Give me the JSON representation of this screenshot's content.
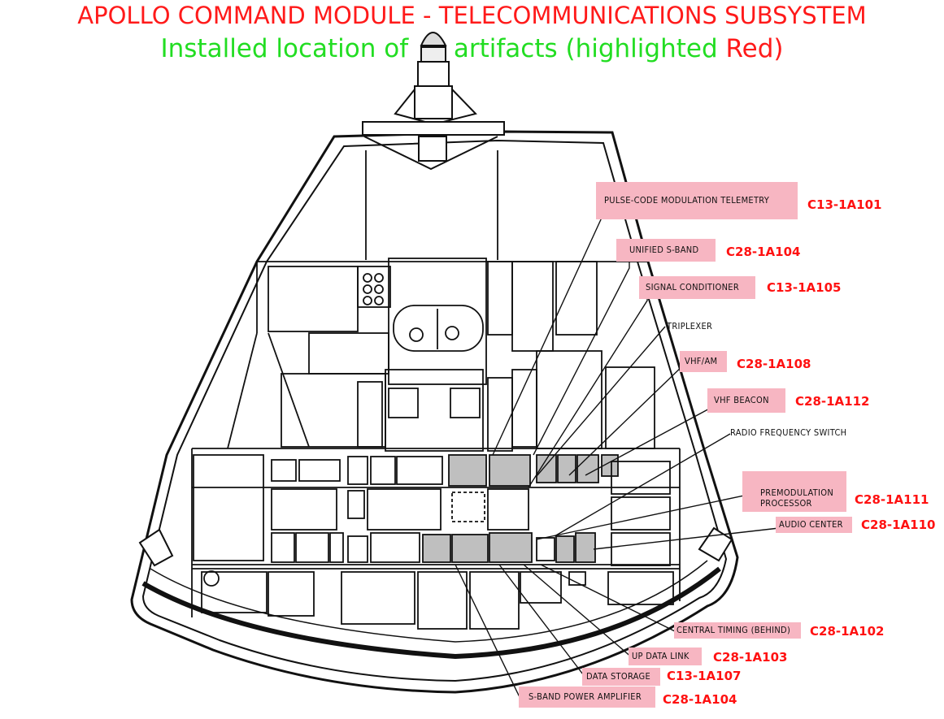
{
  "title": "APOLLO COMMAND MODULE - TELECOMMUNICATIONS SUBSYSTEM",
  "subtitle_green": "Installed location of",
  "subtitle_green2": "artifacts (highlighted",
  "subtitle_red": "Red)",
  "labels": {
    "pcm": "PULSE-CODE MODULATION TELEMETRY",
    "usb": "UNIFIED S-BAND",
    "sigcond": "SIGNAL CONDITIONER",
    "triplexer": "TRIPLEXER",
    "vhfam": "VHF/AM",
    "vhfbeacon": "VHF BEACON",
    "rfswitch": "RADIO FREQUENCY SWITCH",
    "premod1": "PREMODULATION",
    "premod2": "PROCESSOR",
    "audio": "AUDIO CENTER",
    "timing": "CENTRAL TIMING (BEHIND)",
    "updata": "UP DATA LINK",
    "datastorage": "DATA STORAGE",
    "sbandpa": "S-BAND POWER AMPLIFIER"
  },
  "codes": {
    "pcm": "C13-1A101",
    "usb": "C28-1A104",
    "sigcond": "C13-1A105",
    "vhfam": "C28-1A108",
    "vhfbeacon": "C28-1A112",
    "premod": "C28-1A111",
    "audio": "C28-1A110",
    "timing": "C28-1A102",
    "updata": "C28-1A103",
    "datastorage": "C13-1A107",
    "sbandpa": "C28-1A104"
  },
  "colors": {
    "highlight": "#f7b6c2",
    "code": "#ff1111",
    "title_red": "#ff1a1a",
    "title_green": "#22dd22"
  }
}
